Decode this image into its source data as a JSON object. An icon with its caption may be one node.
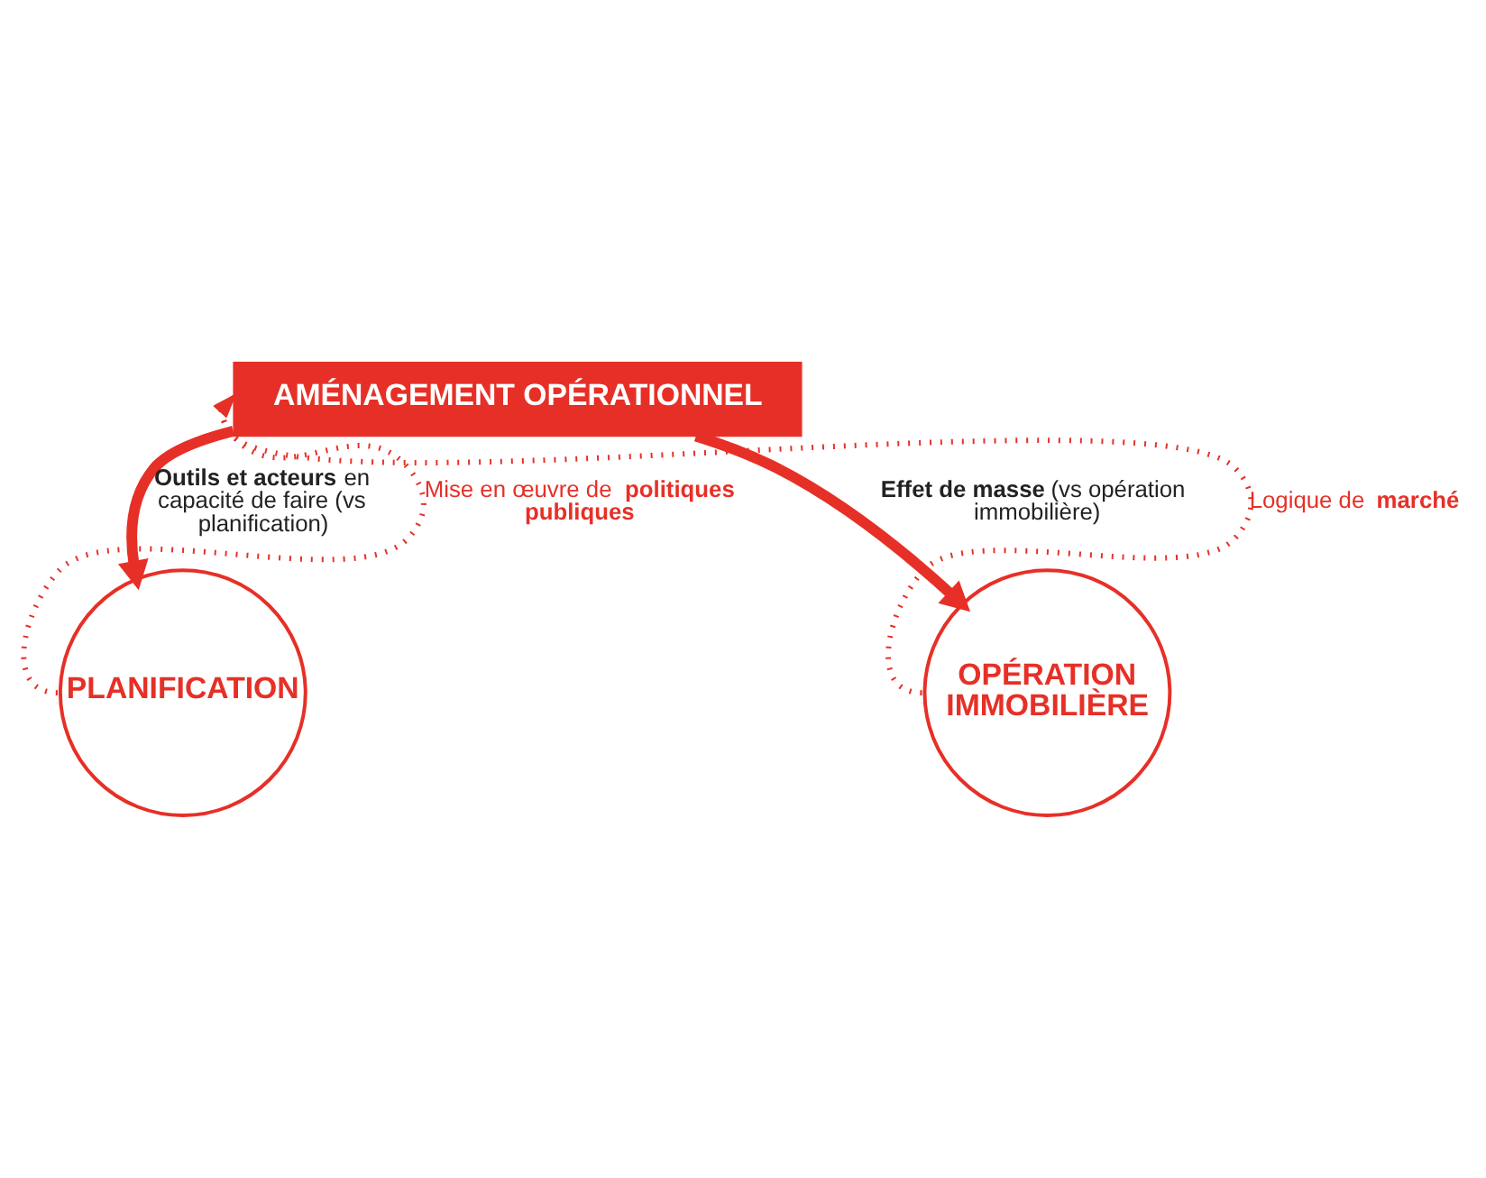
{
  "diagram": {
    "nodes": [
      {
        "text": [
          "PLANIFICATION"
        ]
      },
      {
        "text": [
          "AMÉNAGEMENT OPÉRATIONNEL"
        ]
      },
      {
        "text": [
          "OPÉRATION IMMOBILIÈRE"
        ]
      }
    ],
    "edges": [
      {
        "from": 1,
        "to": 0,
        "arrow": "to",
        "style": "thick",
        "label": "**Outils et acteurs** en capacité de faire (vs planification)"
      },
      {
        "from": 1,
        "to": 2,
        "arrow": "to",
        "style": "thick",
        "label": "**Effet de masse** (vs opération immobilière)"
      },
      {
        "from": 0,
        "to": 1,
        "arrow": "to",
        "style": "dashed",
        "label": "Mise en œuvre de **politiques publiques**"
      },
      {
        "from": 2,
        "to": 1,
        "arrow": "to",
        "style": "dashed",
        "label": "Logique de **marché**"
      }
    ]
  }
}
